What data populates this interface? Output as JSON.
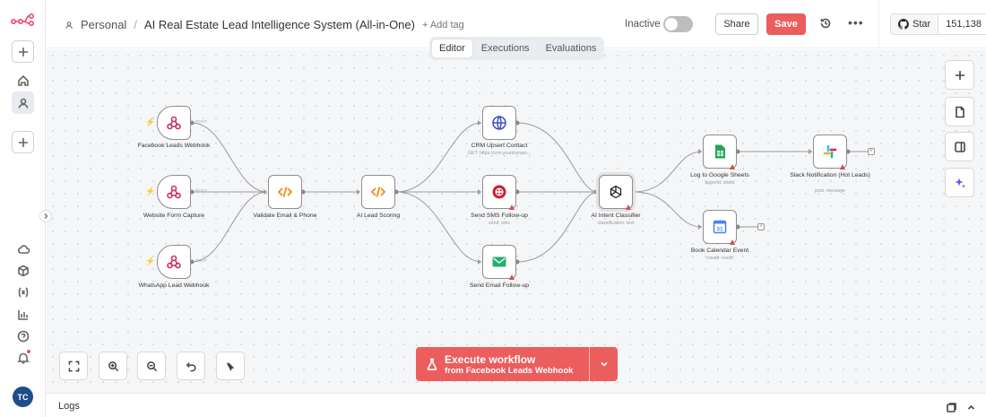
{
  "header": {
    "breadcrumb_owner": "Personal",
    "separator": "/",
    "workflow_title": "AI Real Estate Lead Intelligence System (All-in-One)",
    "add_tag": "+ Add tag",
    "status_label": "Inactive",
    "share_label": "Share",
    "save_label": "Save",
    "github_star_label": "Star",
    "github_star_count": "151,138"
  },
  "tabs": [
    "Editor",
    "Executions",
    "Evaluations"
  ],
  "active_tab": "Editor",
  "sidebar": {
    "avatar_initials": "TC"
  },
  "nodes": {
    "fb": {
      "label": "Facebook Leads Webhook",
      "badge": "POST"
    },
    "web": {
      "label": "Website Form Capture",
      "badge": "POST"
    },
    "wa": {
      "label": "WhatsApp Lead Webhook",
      "badge": "POST"
    },
    "validate": {
      "label": "Validate Email & Phone"
    },
    "score": {
      "label": "AI Lead Scoring"
    },
    "crm": {
      "label": "CRM Upsert Contact",
      "sub": "GET: https://crm.yourdomain..."
    },
    "sms": {
      "label": "Send SMS Follow-up",
      "sub": "send: sms"
    },
    "email": {
      "label": "Send Email Follow-up"
    },
    "ai": {
      "label": "AI Intent Classifier",
      "sub": "classification: text"
    },
    "sheets": {
      "label": "Log to Google Sheets",
      "sub": "append: sheet"
    },
    "slack": {
      "label": "Slack Notification (Hot Leads)",
      "sub": "post: message"
    },
    "cal": {
      "label": "Book Calendar Event",
      "sub": "create: event"
    }
  },
  "execute": {
    "title": "Execute workflow",
    "subtitle": "from Facebook Leads Webhook"
  },
  "logs": {
    "label": "Logs"
  },
  "colors": {
    "accent": "#ec5d5d",
    "webhook": "#c9306b",
    "code": "#f08c1a",
    "crm": "#3b4ec4",
    "sms": "#d01c32",
    "email": "#22b06b",
    "sheets": "#22a35a",
    "calendar": "#4285f4"
  }
}
